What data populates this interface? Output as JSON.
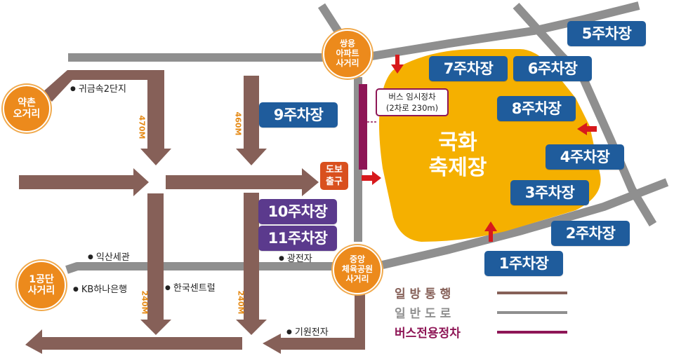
{
  "colors": {
    "one_way": "#866058",
    "road": "#8f8f8f",
    "bus_lane": "#8e1656",
    "venue": "#f5b000",
    "parking_blue": "#1f5c9c",
    "parking_purple": "#5b3a8d",
    "intersection": "#ec8a1c",
    "entry_arrow": "#d7191c",
    "exit": "#d9501e",
    "distance": "#e58a16"
  },
  "venue": {
    "line1": "국화",
    "line2": "축제장"
  },
  "intersections": [
    {
      "id": "yakchon",
      "line1": "약촌",
      "line2": "오거리"
    },
    {
      "id": "ssangyong",
      "line1": "쌍용",
      "line2": "아파트",
      "line3": "사거리"
    },
    {
      "id": "gongdan",
      "line1": "1공단",
      "line2": "사거리"
    },
    {
      "id": "jungang",
      "line1": "중앙",
      "line2": "체육공원",
      "line3": "사거리"
    }
  ],
  "parking_lots": [
    {
      "id": "p1",
      "label": "1주차장",
      "color": "blue"
    },
    {
      "id": "p2",
      "label": "2주차장",
      "color": "blue"
    },
    {
      "id": "p3",
      "label": "3주차장",
      "color": "blue"
    },
    {
      "id": "p4",
      "label": "4주차장",
      "color": "blue"
    },
    {
      "id": "p5",
      "label": "5주차장",
      "color": "blue"
    },
    {
      "id": "p6",
      "label": "6주차장",
      "color": "blue"
    },
    {
      "id": "p7",
      "label": "7주차장",
      "color": "blue"
    },
    {
      "id": "p8",
      "label": "8주차장",
      "color": "blue"
    },
    {
      "id": "p9",
      "label": "9주차장",
      "color": "blue"
    },
    {
      "id": "p10",
      "label": "10주차장",
      "color": "purple"
    },
    {
      "id": "p11",
      "label": "11주차장",
      "color": "purple"
    }
  ],
  "landmarks": [
    {
      "label": "귀금속2단지"
    },
    {
      "label": "익산세관"
    },
    {
      "label": "KB하나은행"
    },
    {
      "label": "한국센트럴"
    },
    {
      "label": "광전자"
    },
    {
      "label": "기원전자"
    }
  ],
  "distances": [
    "470M",
    "460M",
    "240M",
    "240M"
  ],
  "bus_note": {
    "line1": "버스 임시정차",
    "line2": "(2차로 230m)"
  },
  "exit": {
    "line1": "도보",
    "line2": "출구"
  },
  "legend": [
    {
      "label": "일 방 통 행",
      "color": "#866058"
    },
    {
      "label": "일 반 도 로",
      "color": "#8f8f8f"
    },
    {
      "label": "버스전용정차",
      "color": "#8e1656"
    }
  ]
}
